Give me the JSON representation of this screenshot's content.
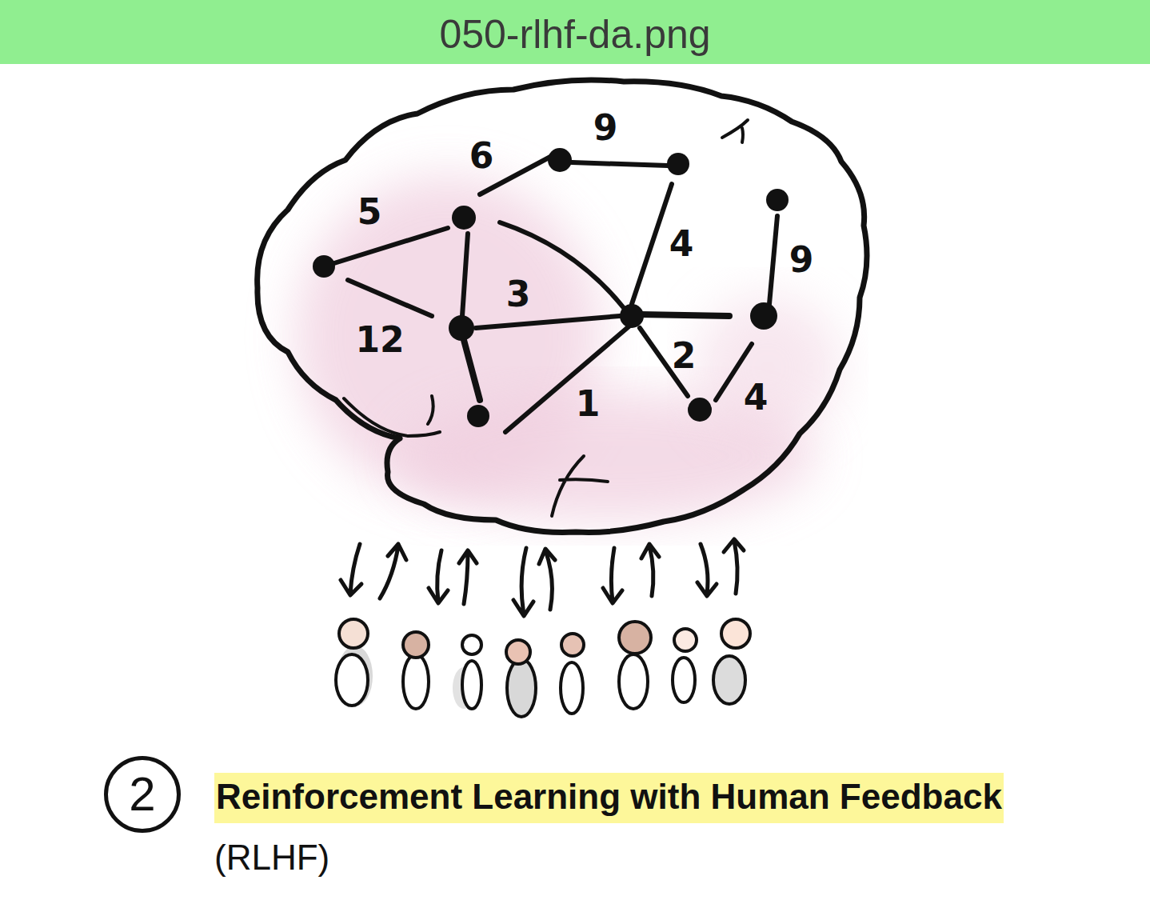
{
  "diagram": {
    "title": "050-rlhf-da.png",
    "caption": "Reinforcement Learning with Human Feedback",
    "nodes": [
      {
        "text": [
          "2"
        ]
      }
    ],
    "labels": [
      "6",
      "9",
      "5",
      "4",
      "9",
      "3",
      "12",
      "2",
      "1",
      "4",
      "(RLHF)"
    ]
  }
}
